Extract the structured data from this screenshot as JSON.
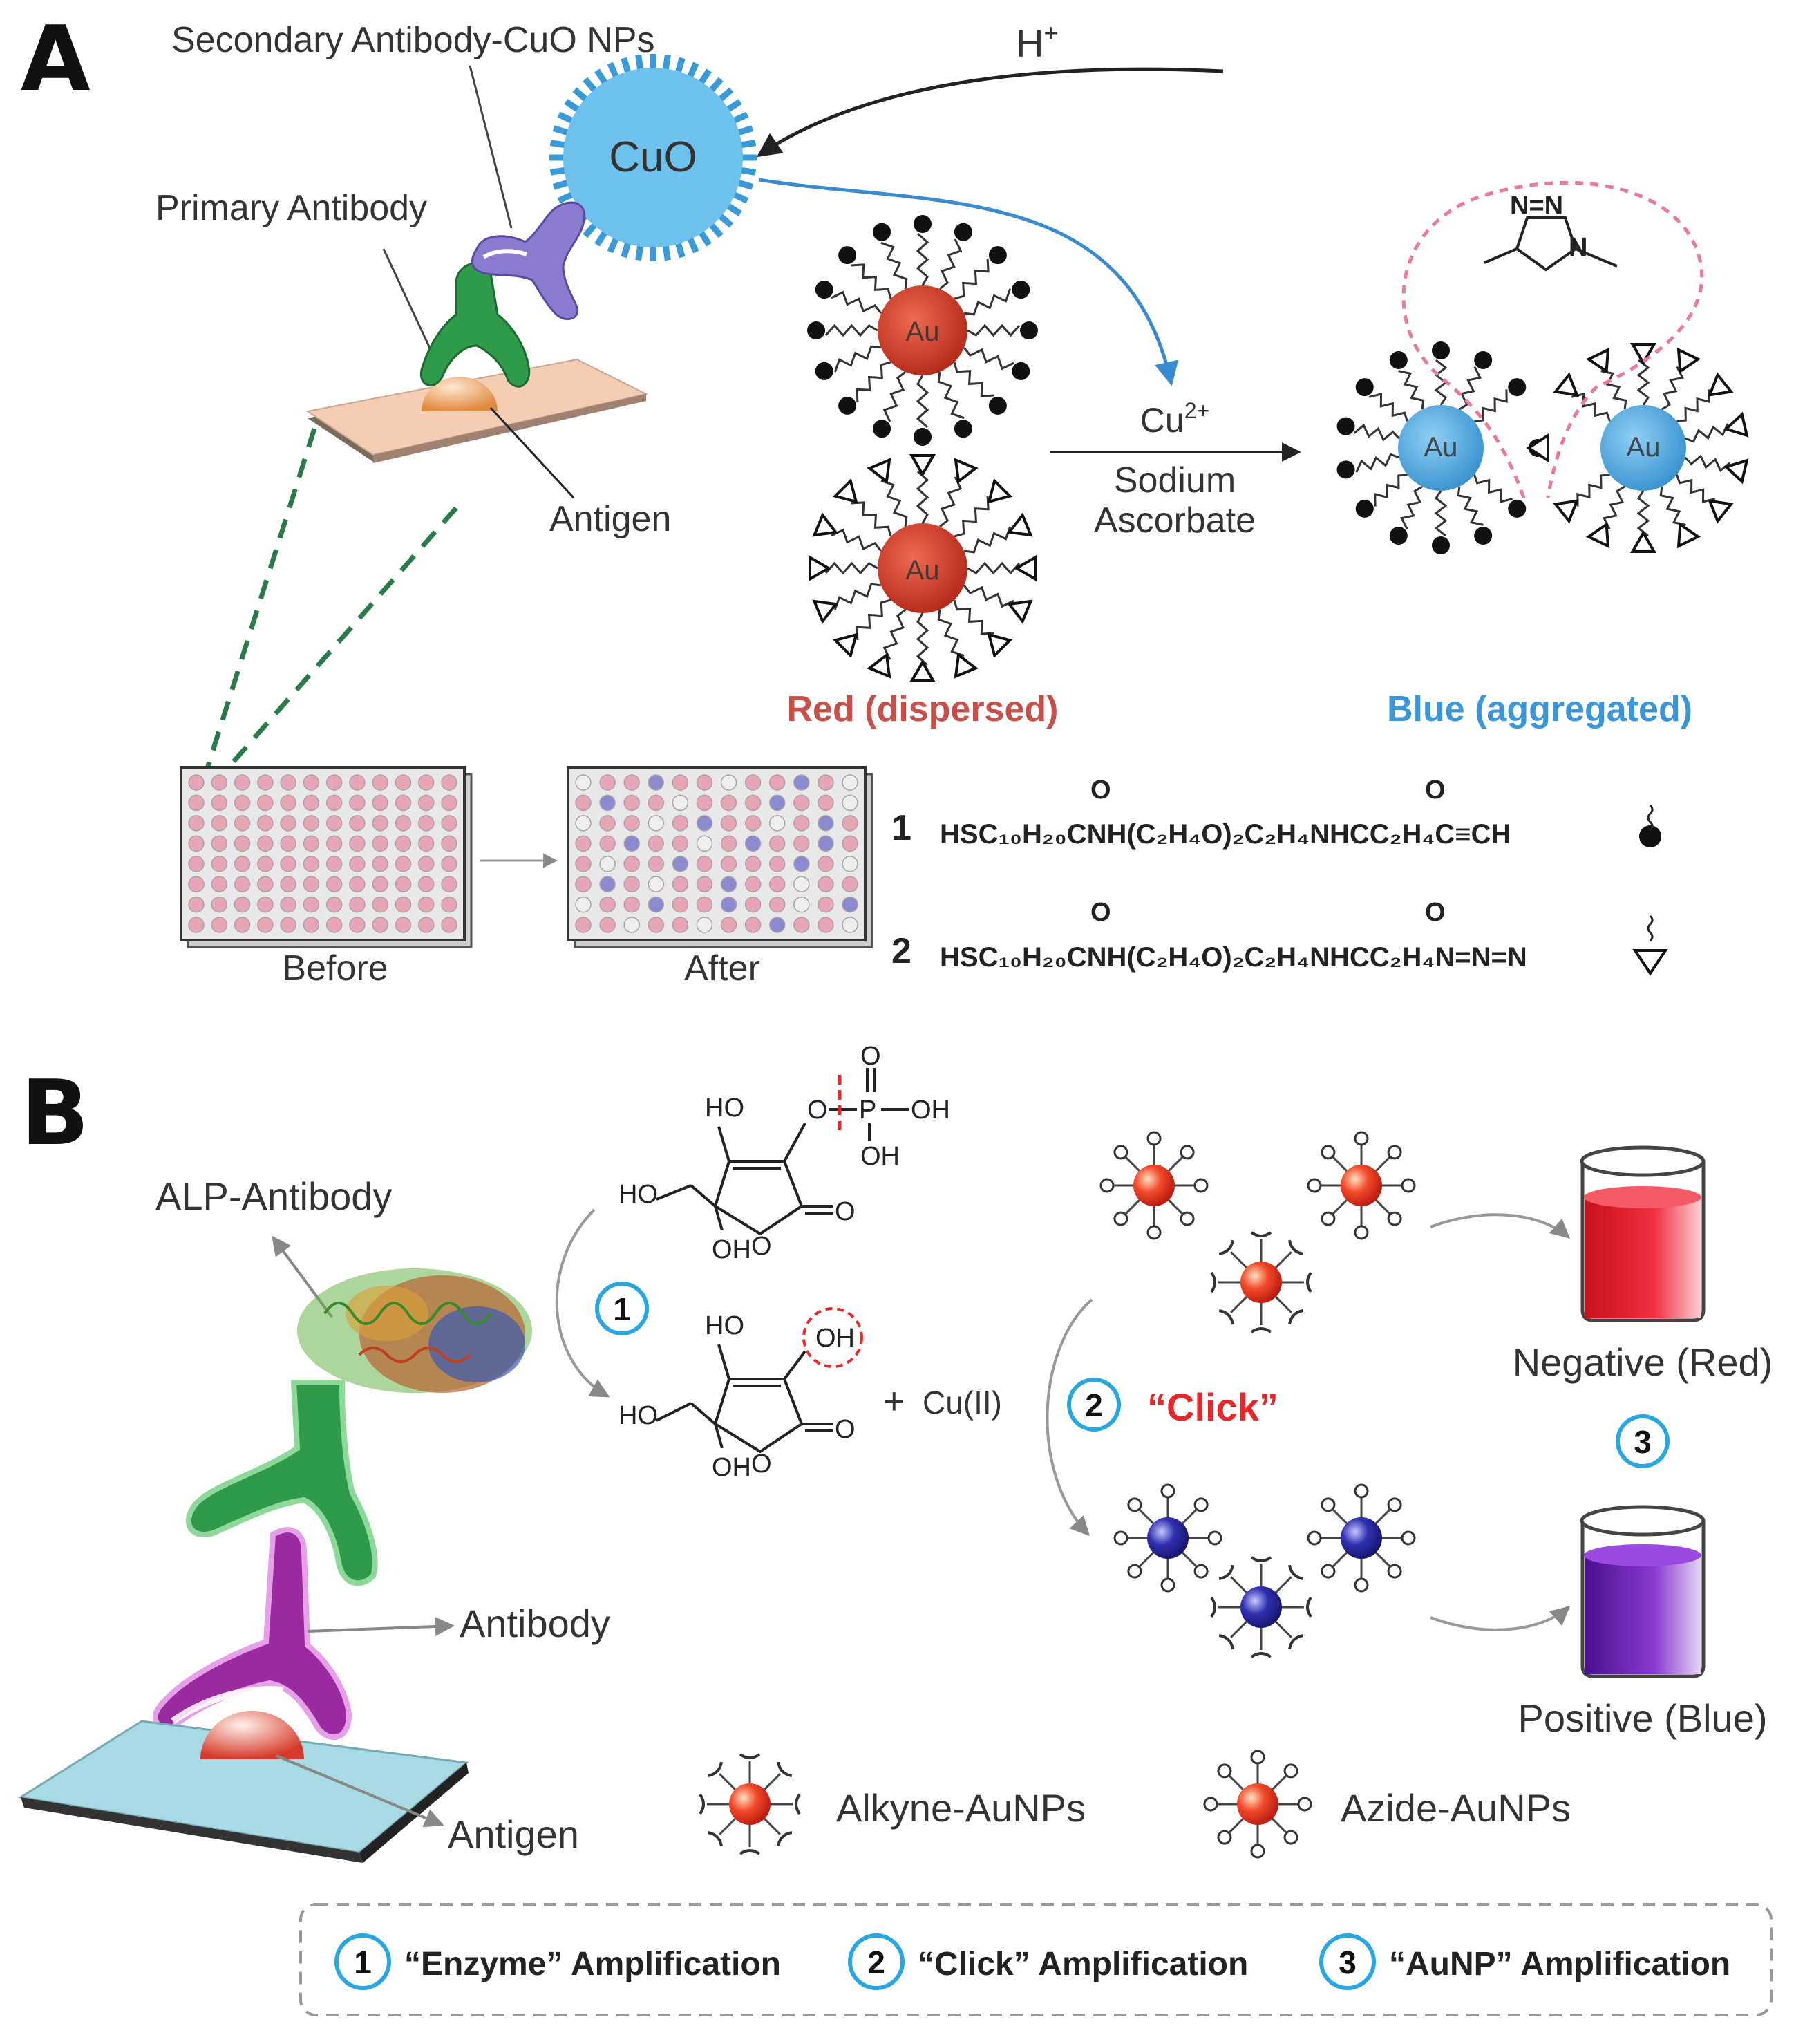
{
  "panel_a": {
    "label": "A",
    "secondary_antibody": "Secondary Antibody-CuO NPs",
    "h_plus": "H",
    "h_plus_sup": "+",
    "cuo": "CuO",
    "primary_antibody": "Primary Antibody",
    "antigen": "Antigen",
    "au": "Au",
    "cu2": "Cu",
    "cu2_sup": "2+",
    "sodium": "Sodium",
    "ascorbate": "Ascorbate",
    "triazole_n": "N=N",
    "triazole_n2": "N",
    "red_dispersed": "Red (dispersed)",
    "blue_aggregated": "Blue (aggregated)",
    "before": "Before",
    "after": "After",
    "formula1_num": "1",
    "formula1_text": "HSC₁₀H₂₀CNH(C₂H₄O)₂C₂H₄NHCC₂H₄C≡CH",
    "formula2_num": "2",
    "formula2_text": "HSC₁₀H₂₀CNH(C₂H₄O)₂C₂H₄NHCC₂H₄N=N=N",
    "carbonyl_o": "O"
  },
  "panel_b": {
    "label": "B",
    "alp_antibody": "ALP-Antibody",
    "antibody": "Antibody",
    "antigen": "Antigen",
    "ho": "HO",
    "oh": "OH",
    "o": "O",
    "p": "P",
    "plus": "+",
    "cu_ii": "Cu(II)",
    "step1": "1",
    "step2": "2",
    "step3": "3",
    "click": "“Click”",
    "negative": "Negative (Red)",
    "positive": "Positive (Blue)",
    "alkyne_aunps": "Alkyne-AuNPs",
    "azide_aunps": "Azide-AuNPs",
    "legend": [
      {
        "num": "1",
        "text": "“Enzyme” Amplification"
      },
      {
        "num": "2",
        "text": "“Click” Amplification"
      },
      {
        "num": "3",
        "text": "“AuNP” Amplification"
      }
    ]
  },
  "colors": {
    "red_text": "#c8504a",
    "blue_text": "#3a96d8",
    "click_red": "#e8262a",
    "cuo_blue": "#6ec1ec",
    "au_red": "#c43020",
    "au_blue": "#4aa8e0",
    "np_blue": "#2a2a9a",
    "step_circle": "#2aa6e0",
    "antibody_green": "#2e9a4a",
    "antibody_purple": "#9a2aa0",
    "secondary_purple": "#8070c0",
    "plate_pink": "#e6a6b6",
    "well_blue": "#8a8ad0",
    "dashed_green": "#2a7a4a",
    "slide_blue": "#a8dae4",
    "red_liquid": "#e2222a",
    "purple_liquid": "#6a1aa8"
  },
  "icons": [
    "cuo-nanoparticle-icon",
    "gold-nanoparticle-icon",
    "microplate-icon",
    "antibody-icon",
    "enzyme-protein-icon",
    "beaker-icon",
    "triazole-icon"
  ]
}
